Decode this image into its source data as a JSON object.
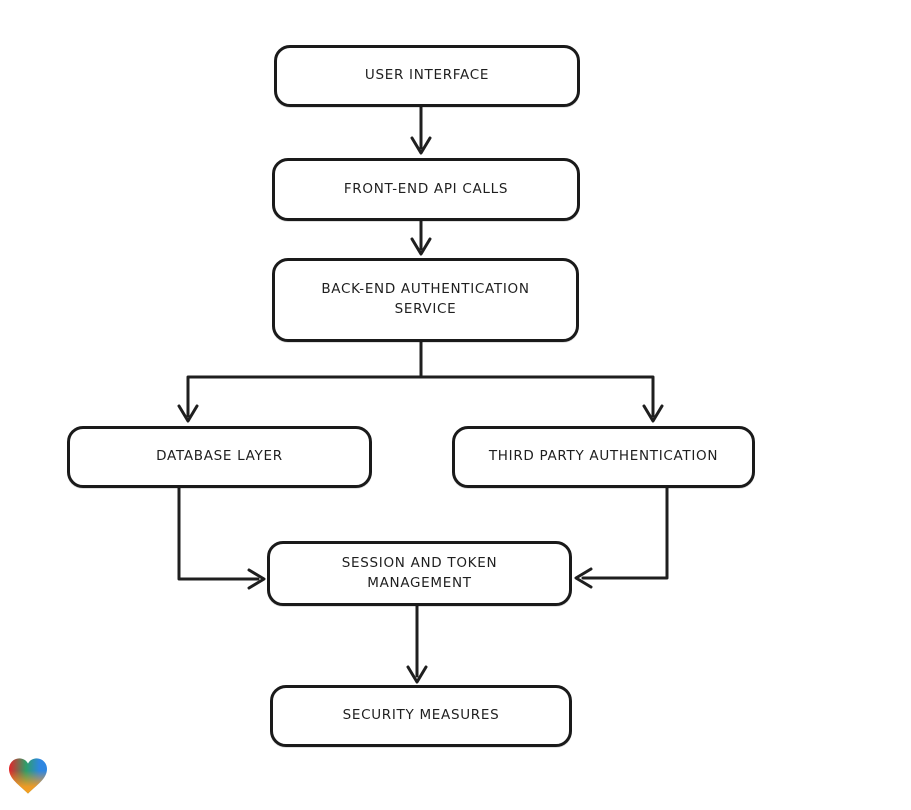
{
  "canvas": {
    "background": "#ffffff",
    "stroke_color": "#1a1a1a",
    "node_fill": "#ffffff",
    "text_color": "#1f1f1f"
  },
  "diagram": {
    "type": "flowchart",
    "nodes": [
      {
        "id": "user-interface",
        "label": "USER INTERFACE"
      },
      {
        "id": "front-end-api-calls",
        "label": "FRONT-END API CALLS"
      },
      {
        "id": "back-end-authentication-service",
        "label": "BACK-END AUTHENTICATION\nSERVICE"
      },
      {
        "id": "database-layer",
        "label": "DATABASE LAYER"
      },
      {
        "id": "third-party-authentication",
        "label": "THIRD PARTY AUTHENTICATION"
      },
      {
        "id": "session-and-token-management",
        "label": "SESSION AND TOKEN\nMANAGEMENT"
      },
      {
        "id": "security-measures",
        "label": "SECURITY MEASURES"
      }
    ],
    "edges": [
      {
        "from": "user-interface",
        "to": "front-end-api-calls"
      },
      {
        "from": "front-end-api-calls",
        "to": "back-end-authentication-service"
      },
      {
        "from": "back-end-authentication-service",
        "to": "database-layer"
      },
      {
        "from": "back-end-authentication-service",
        "to": "third-party-authentication"
      },
      {
        "from": "database-layer",
        "to": "session-and-token-management"
      },
      {
        "from": "third-party-authentication",
        "to": "session-and-token-management"
      },
      {
        "from": "session-and-token-management",
        "to": "security-measures"
      }
    ]
  },
  "branding": {
    "logo": "heart-logo",
    "logo_colors": {
      "red": "#e62329",
      "green": "#2f9e68",
      "blue": "#2e86e0",
      "orange": "#f59b23"
    }
  }
}
